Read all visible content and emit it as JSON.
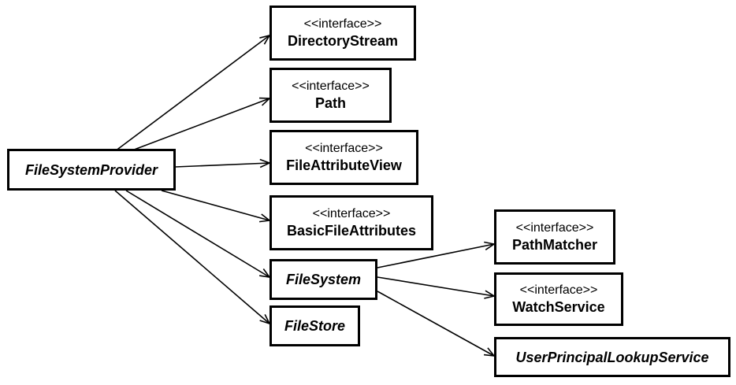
{
  "classes": {
    "provider": {
      "name": "FileSystemProvider",
      "stereotype": "",
      "abstract": true
    },
    "dirstream": {
      "name": "DirectoryStream",
      "stereotype": "<<interface>>",
      "abstract": false
    },
    "path": {
      "name": "Path",
      "stereotype": "<<interface>>",
      "abstract": false
    },
    "fav": {
      "name": "FileAttributeView",
      "stereotype": "<<interface>>",
      "abstract": false
    },
    "bfa": {
      "name": "BasicFileAttributes",
      "stereotype": "<<interface>>",
      "abstract": false
    },
    "filesystem": {
      "name": "FileSystem",
      "stereotype": "",
      "abstract": true
    },
    "filestore": {
      "name": "FileStore",
      "stereotype": "",
      "abstract": true
    },
    "pathmatcher": {
      "name": "PathMatcher",
      "stereotype": "<<interface>>",
      "abstract": false
    },
    "watch": {
      "name": "WatchService",
      "stereotype": "<<interface>>",
      "abstract": false
    },
    "upls": {
      "name": "UserPrincipalLookupService",
      "stereotype": "",
      "abstract": true
    }
  },
  "dependencies": [
    {
      "from": "provider",
      "to": "dirstream"
    },
    {
      "from": "provider",
      "to": "path"
    },
    {
      "from": "provider",
      "to": "fav"
    },
    {
      "from": "provider",
      "to": "bfa"
    },
    {
      "from": "provider",
      "to": "filesystem"
    },
    {
      "from": "provider",
      "to": "filestore"
    },
    {
      "from": "filesystem",
      "to": "pathmatcher"
    },
    {
      "from": "filesystem",
      "to": "watch"
    },
    {
      "from": "filesystem",
      "to": "upls"
    }
  ],
  "colors": {
    "line": "#000000",
    "box_border": "#000000",
    "background": "#ffffff"
  }
}
